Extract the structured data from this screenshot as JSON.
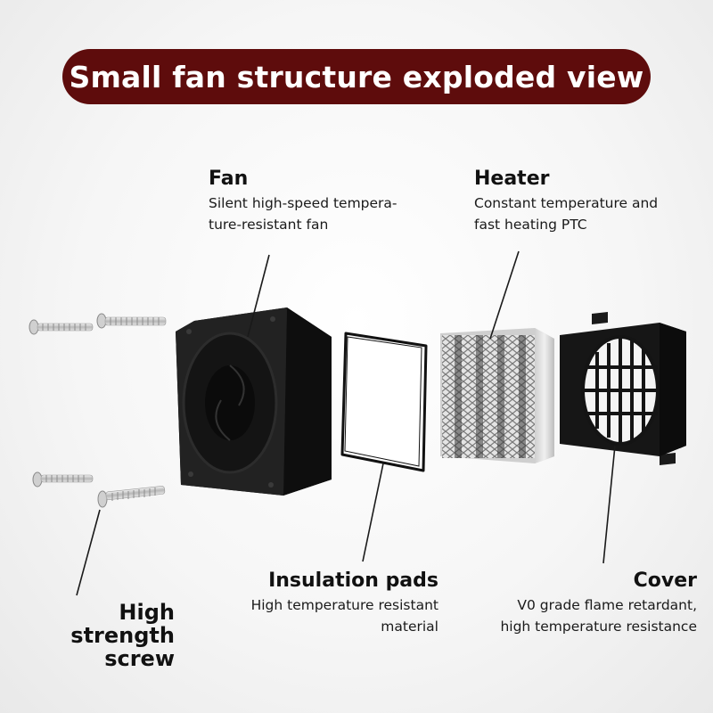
{
  "header": {
    "title": "Small fan structure exploded view"
  },
  "parts": {
    "fan": {
      "title": "Fan",
      "desc_line1": "Silent high-speed tempera-",
      "desc_line2": "ture-resistant fan"
    },
    "heater": {
      "title": "Heater",
      "desc_line1": "Constant temperature and",
      "desc_line2": "fast heating PTC"
    },
    "insulation_pads": {
      "title": "Insulation pads",
      "desc_line1": "High temperature resistant",
      "desc_line2": "material"
    },
    "cover": {
      "title": "Cover",
      "desc_line1": "V0 grade flame retardant,",
      "desc_line2": "high temperature resistance"
    },
    "screw": {
      "title_line1": "High strength",
      "title_line2": "screw"
    }
  },
  "colors": {
    "banner": "#5e0c0c",
    "part_black": "#141414",
    "heater_fin": "#d9d9d9"
  }
}
